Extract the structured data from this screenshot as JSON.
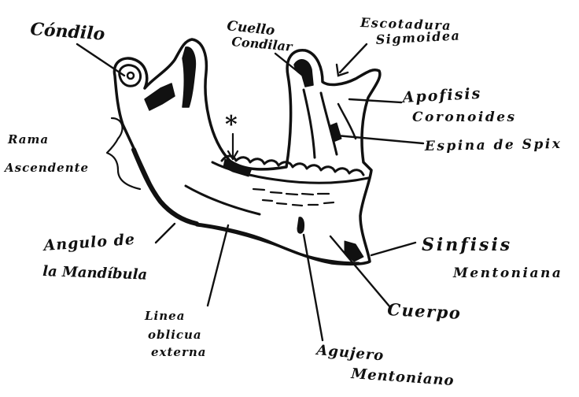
{
  "labels": {
    "condilo": "Cóndilo",
    "cuello_1": "Cuello",
    "cuello_2": "Condilar",
    "escotadura_1": "Escotadura",
    "escotadura_2": "Sigmoidea",
    "apofisis_1": "Apofisis",
    "apofisis_2": "Coronoides",
    "espina": "Espina de Spix",
    "rama_1": "Rama",
    "rama_2": "Ascendente",
    "angulo_1": "Angulo de",
    "angulo_2": "la Mandíbula",
    "sinfisis_1": "Sinfisis",
    "sinfisis_2": "Mentoniana",
    "linea_1": "Linea",
    "linea_2": "oblicua",
    "linea_3": "externa",
    "cuerpo": "Cuerpo",
    "agujero_1": "Agujero",
    "agujero_2": "Mentoniano"
  },
  "marker": "*",
  "colors": {
    "ink": "#111111",
    "background": "#ffffff"
  }
}
